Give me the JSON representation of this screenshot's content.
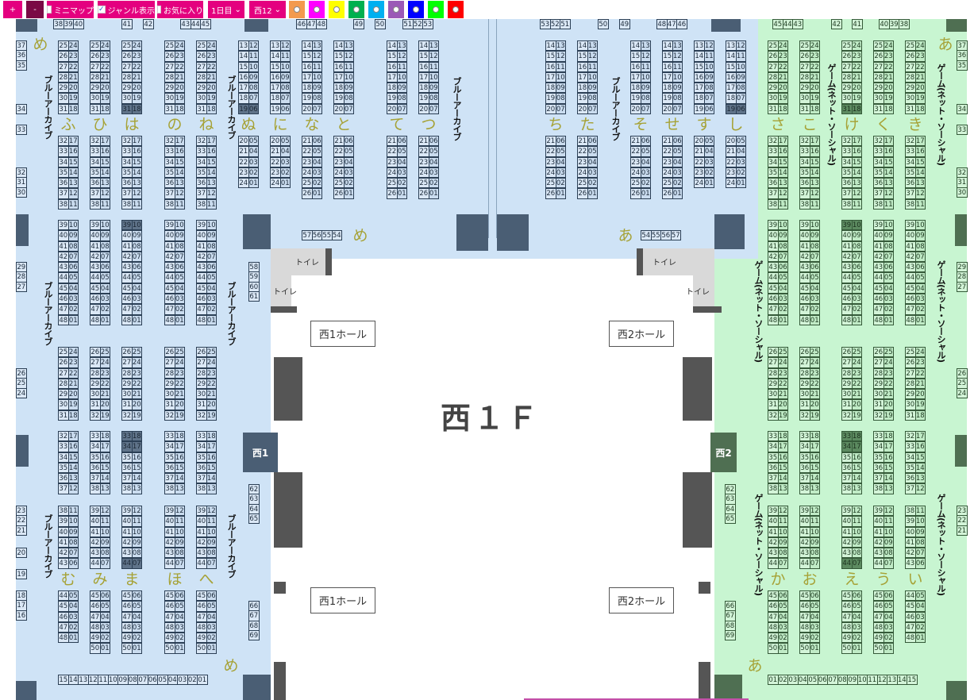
{
  "toolbar": {
    "zoom_in": "+",
    "zoom_out": "-",
    "minimap": {
      "label": "ミニマップ",
      "checked": false
    },
    "genre": {
      "label": "ジャンル表示",
      "checked": true
    },
    "favorites": {
      "label": "お気に入り",
      "checked": false
    },
    "day_select": "1日目",
    "hall_select": "西12",
    "chevron": "⌄",
    "color_filters": [
      "#f39a4e",
      "#ff00ff",
      "#ffff00",
      "#00b04f",
      "#00b0f0",
      "#9b59b6",
      "#0000ff",
      "#00ff00",
      "#ff0000"
    ]
  },
  "colors": {
    "blue_hall": "#cfe3f6",
    "green_hall": "#c8f5d1",
    "highlight_blue": "#5f7389",
    "highlight_green": "#5c8a60"
  },
  "map": {
    "floor_title": "西１Ｆ",
    "hall_labels": [
      "西1ホール",
      "西2ホール",
      "西1ホール",
      "西2ホール"
    ],
    "toilet": "トイレ",
    "doors": [
      "西1",
      "西2"
    ],
    "genres": {
      "blue": "ブルーアーカイブ",
      "green": "ゲーム(ネット・ソーシャル)"
    },
    "loose_kana": [
      "め",
      "め",
      "め",
      "あ",
      "あ",
      "あ"
    ],
    "row_sets": {
      "a": [
        [
          "25",
          "24"
        ],
        [
          "26",
          "23"
        ],
        [
          "27",
          "22"
        ],
        [
          "28",
          "21"
        ],
        [
          "29",
          "20"
        ],
        [
          "30",
          "19"
        ],
        [
          "31",
          "18"
        ]
      ],
      "b": [
        [
          "32",
          "17"
        ],
        [
          "33",
          "16"
        ],
        [
          "34",
          "15"
        ],
        [
          "35",
          "14"
        ],
        [
          "36",
          "13"
        ],
        [
          "37",
          "12"
        ],
        [
          "38",
          "11"
        ]
      ],
      "c": [
        [
          "39",
          "10"
        ],
        [
          "40",
          "09"
        ],
        [
          "41",
          "08"
        ],
        [
          "42",
          "07"
        ],
        [
          "43",
          "06"
        ],
        [
          "44",
          "05"
        ],
        [
          "45",
          "04"
        ],
        [
          "46",
          "03"
        ],
        [
          "47",
          "02"
        ],
        [
          "48",
          "01"
        ]
      ],
      "d2": [
        [
          "26",
          "25"
        ],
        [
          "27",
          "24"
        ],
        [
          "28",
          "23"
        ],
        [
          "29",
          "22"
        ],
        [
          "30",
          "21"
        ],
        [
          "31",
          "20"
        ],
        [
          "32",
          "19"
        ]
      ],
      "e1": [
        [
          "32",
          "17"
        ],
        [
          "33",
          "16"
        ],
        [
          "34",
          "15"
        ],
        [
          "35",
          "14"
        ],
        [
          "36",
          "13"
        ],
        [
          "37",
          "12"
        ]
      ],
      "e2": [
        [
          "33",
          "18"
        ],
        [
          "34",
          "17"
        ],
        [
          "35",
          "16"
        ],
        [
          "36",
          "15"
        ],
        [
          "37",
          "14"
        ],
        [
          "38",
          "13"
        ]
      ],
      "f1": [
        [
          "38",
          "11"
        ],
        [
          "39",
          "10"
        ],
        [
          "40",
          "09"
        ],
        [
          "41",
          "08"
        ],
        [
          "42",
          "07"
        ],
        [
          "43",
          "06"
        ]
      ],
      "f2": [
        [
          "39",
          "12"
        ],
        [
          "40",
          "11"
        ],
        [
          "41",
          "10"
        ],
        [
          "42",
          "09"
        ],
        [
          "43",
          "08"
        ],
        [
          "44",
          "07"
        ]
      ],
      "g1": [
        [
          "44",
          "05"
        ],
        [
          "45",
          "04"
        ],
        [
          "46",
          "03"
        ],
        [
          "47",
          "02"
        ],
        [
          "48",
          "01"
        ]
      ],
      "g2": [
        [
          "45",
          "06"
        ],
        [
          "46",
          "05"
        ],
        [
          "47",
          "04"
        ],
        [
          "48",
          "03"
        ],
        [
          "49",
          "02"
        ],
        [
          "50",
          "01"
        ]
      ],
      "s1": [
        [
          "13",
          "12"
        ],
        [
          "14",
          "11"
        ],
        [
          "15",
          "10"
        ],
        [
          "16",
          "09"
        ],
        [
          "17",
          "08"
        ],
        [
          "18",
          "07"
        ],
        [
          "19",
          "06"
        ]
      ],
      "s2": [
        [
          "20",
          "05"
        ],
        [
          "21",
          "04"
        ],
        [
          "22",
          "03"
        ],
        [
          "23",
          "02"
        ],
        [
          "24",
          "01"
        ]
      ],
      "t1": [
        [
          "14",
          "13"
        ],
        [
          "15",
          "12"
        ],
        [
          "16",
          "11"
        ],
        [
          "17",
          "10"
        ],
        [
          "18",
          "09"
        ],
        [
          "19",
          "08"
        ],
        [
          "20",
          "07"
        ]
      ],
      "t2": [
        [
          "21",
          "06"
        ],
        [
          "22",
          "05"
        ],
        [
          "23",
          "04"
        ],
        [
          "24",
          "03"
        ],
        [
          "25",
          "02"
        ],
        [
          "26",
          "01"
        ]
      ]
    },
    "columns": [
      {
        "kana_top": "ふ",
        "kana_bottom": "む",
        "sets": [
          "a",
          "b",
          "c",
          "a",
          "e1",
          "f1",
          "g1"
        ],
        "highlight": []
      },
      {
        "kana_top": "ひ",
        "kana_bottom": "み",
        "sets": [
          "a",
          "b",
          "c",
          "d2",
          "e2",
          "f2",
          "g2"
        ],
        "highlight": []
      },
      {
        "kana_top": "は",
        "kana_bottom": "ま",
        "sets": [
          "a",
          "b",
          "c",
          "d2",
          "e2",
          "f2",
          "g2"
        ],
        "highlight": [
          "0-6",
          "2-0",
          "4-0",
          "4-1",
          "5-5"
        ]
      },
      {
        "kana_top": "の",
        "kana_bottom": "ほ",
        "sets": [
          "a",
          "b",
          "c",
          "d2",
          "e2",
          "f2",
          "g2"
        ],
        "highlight": []
      },
      {
        "kana_top": "ね",
        "kana_bottom": "へ",
        "sets": [
          "a",
          "b",
          "c",
          "d2",
          "e2",
          "f2",
          "g2"
        ],
        "highlight": []
      },
      {
        "kana_top": "さ",
        "kana_bottom": "か",
        "sets": [
          "a",
          "b",
          "c",
          "d2",
          "e2",
          "f2",
          "g2"
        ],
        "highlight": []
      },
      {
        "kana_top": "こ",
        "kana_bottom": "お",
        "sets": [
          "a",
          "b",
          "c",
          "d2",
          "e2",
          "f2",
          "g2"
        ],
        "highlight": []
      },
      {
        "kana_top": "け",
        "kana_bottom": "え",
        "sets": [
          "a",
          "b",
          "c",
          "d2",
          "e2",
          "f2",
          "g2"
        ],
        "highlight": [
          "0-6",
          "2-0",
          "4-0",
          "4-1",
          "5-5"
        ]
      },
      {
        "kana_top": "く",
        "kana_bottom": "う",
        "sets": [
          "a",
          "b",
          "c",
          "d2",
          "e2",
          "f2",
          "g2"
        ],
        "highlight": []
      },
      {
        "kana_top": "き",
        "kana_bottom": "い",
        "sets": [
          "a",
          "b",
          "c",
          "a",
          "e1",
          "f1",
          "g1"
        ],
        "highlight": []
      }
    ],
    "short_columns": [
      {
        "kana": "ぬ",
        "sets": [
          "s1",
          "s2"
        ],
        "highlight": [
          "0-6"
        ]
      },
      {
        "kana": "に",
        "sets": [
          "s1",
          "s2"
        ],
        "highlight": []
      },
      {
        "kana": "な",
        "sets": [
          "t1",
          "t2"
        ],
        "highlight": []
      },
      {
        "kana": "と",
        "sets": [
          "t1",
          "t2"
        ],
        "highlight": []
      },
      {
        "kana": "て",
        "sets": [
          "t1",
          "t2"
        ],
        "highlight": []
      },
      {
        "kana": "つ",
        "sets": [
          "t1",
          "t2"
        ],
        "highlight": []
      },
      {
        "kana": "ち",
        "sets": [
          "t1",
          "t2"
        ],
        "highlight": []
      },
      {
        "kana": "た",
        "sets": [
          "t1",
          "t2"
        ],
        "highlight": []
      },
      {
        "kana": "そ",
        "sets": [
          "t1",
          "t2"
        ],
        "highlight": []
      },
      {
        "kana": "せ",
        "sets": [
          "t1",
          "t2"
        ],
        "highlight": []
      },
      {
        "kana": "す",
        "sets": [
          "s1",
          "s2"
        ],
        "highlight": []
      },
      {
        "kana": "し",
        "sets": [
          "s1",
          "s2"
        ],
        "highlight": [
          "0-6"
        ]
      }
    ],
    "edge_booths": [
      [
        "38",
        "39",
        "40"
      ],
      [
        "41"
      ],
      [
        "42"
      ],
      [
        "43",
        "44",
        "45"
      ],
      [
        "46",
        "47",
        "48"
      ],
      [
        "49"
      ],
      [
        "50"
      ],
      [
        "51",
        "52",
        "53"
      ],
      [
        "53",
        "52",
        "51"
      ],
      [
        "50"
      ],
      [
        "49"
      ],
      [
        "48",
        "47",
        "46"
      ],
      [
        "45",
        "44",
        "43"
      ],
      [
        "42"
      ],
      [
        "41"
      ],
      [
        "40",
        "39",
        "38"
      ],
      [
        "37",
        "36",
        "35"
      ],
      [
        "34"
      ],
      [
        "33"
      ],
      [
        "32",
        "31",
        "30"
      ],
      [
        "29",
        "28",
        "27"
      ],
      [
        "26",
        "25",
        "24"
      ],
      [
        "23",
        "22",
        "21"
      ],
      [
        "20"
      ],
      [
        "19"
      ],
      [
        "18",
        "17",
        "16"
      ],
      [
        "58",
        "59",
        "60",
        "61"
      ],
      [
        "62",
        "63",
        "64",
        "65"
      ],
      [
        "66",
        "67",
        "68",
        "69"
      ],
      [
        "57",
        "56",
        "55",
        "54"
      ],
      [
        "54",
        "55",
        "56",
        "57"
      ],
      [
        "15",
        "14",
        "13",
        "12",
        "11",
        "10",
        "09",
        "08",
        "07",
        "06",
        "05",
        "04",
        "03",
        "02",
        "01"
      ],
      [
        "01",
        "02",
        "03",
        "04",
        "05",
        "06",
        "07",
        "08",
        "09",
        "10",
        "11",
        "12",
        "13",
        "14",
        "15"
      ],
      [
        "62",
        "63",
        "64",
        "65"
      ],
      [
        "66",
        "67",
        "68",
        "69"
      ],
      [
        "37",
        "36",
        "35"
      ],
      [
        "34"
      ],
      [
        "33"
      ],
      [
        "32",
        "31",
        "30"
      ],
      [
        "29",
        "28",
        "27"
      ],
      [
        "26",
        "25",
        "24"
      ],
      [
        "23",
        "22",
        "21"
      ]
    ]
  }
}
